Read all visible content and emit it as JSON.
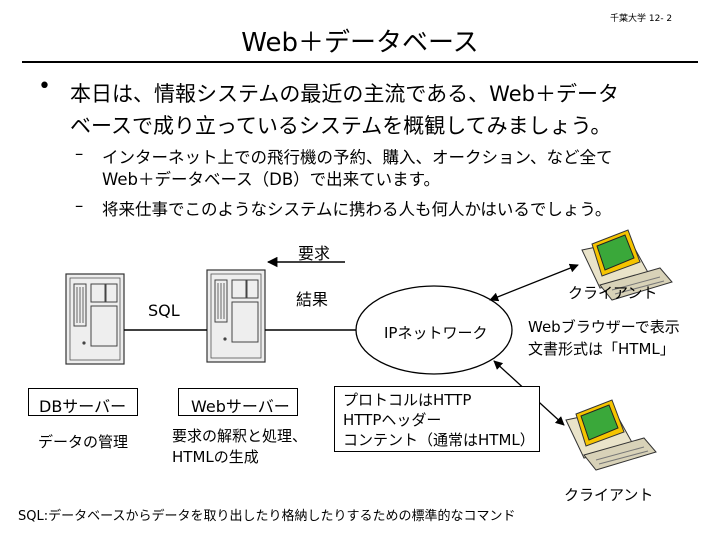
{
  "header": {
    "page_number": "千葉大学 12- 2",
    "title": "Web＋データベース"
  },
  "bullets": {
    "main_symbol": "•",
    "main_line1": "本日は、情報システムの最近の主流である、Web＋データ",
    "main_line2": "ベースで成り立っているシステムを概観してみましょう。",
    "sub_symbol": "–",
    "sub1_line1": "インターネット上での飛行機の予約、購入、オークション、など全て",
    "sub1_line2": "Web＋データベース（DB）で出来ています。",
    "sub2_line1": "将来仕事でこのようなシステムに携わる人も何人かはいるでしょう。"
  },
  "diagram": {
    "request_label": "要求",
    "result_label": "結果",
    "sql_label": "SQL",
    "network_label": "IPネットワーク",
    "client_label_top": "クライアント",
    "client_label_bottom": "クライアント",
    "browser_line1": "Webブラウザーで表示",
    "browser_line2": "文書形式は「HTML」",
    "db_server_label": "DBサーバー",
    "web_server_label": "Webサーバー",
    "db_desc": "データの管理",
    "web_desc_line1": "要求の解釈と処理、",
    "web_desc_line2": "HTMLの生成",
    "protocol_line1": "プロトコルはHTTP",
    "protocol_line2": "HTTPヘッダー",
    "protocol_line3": "コンテント（通常はHTML）"
  },
  "footnote": "SQL:データベースからデータを取り出したり格納したりするための標準的なコマンド",
  "icons": {
    "server": "server-tower-icon",
    "client": "desktop-computer-icon"
  },
  "colors": {
    "client_screen": "#3aa83a",
    "client_bezel": "#f5c400",
    "server_body": "#eeeeee"
  }
}
